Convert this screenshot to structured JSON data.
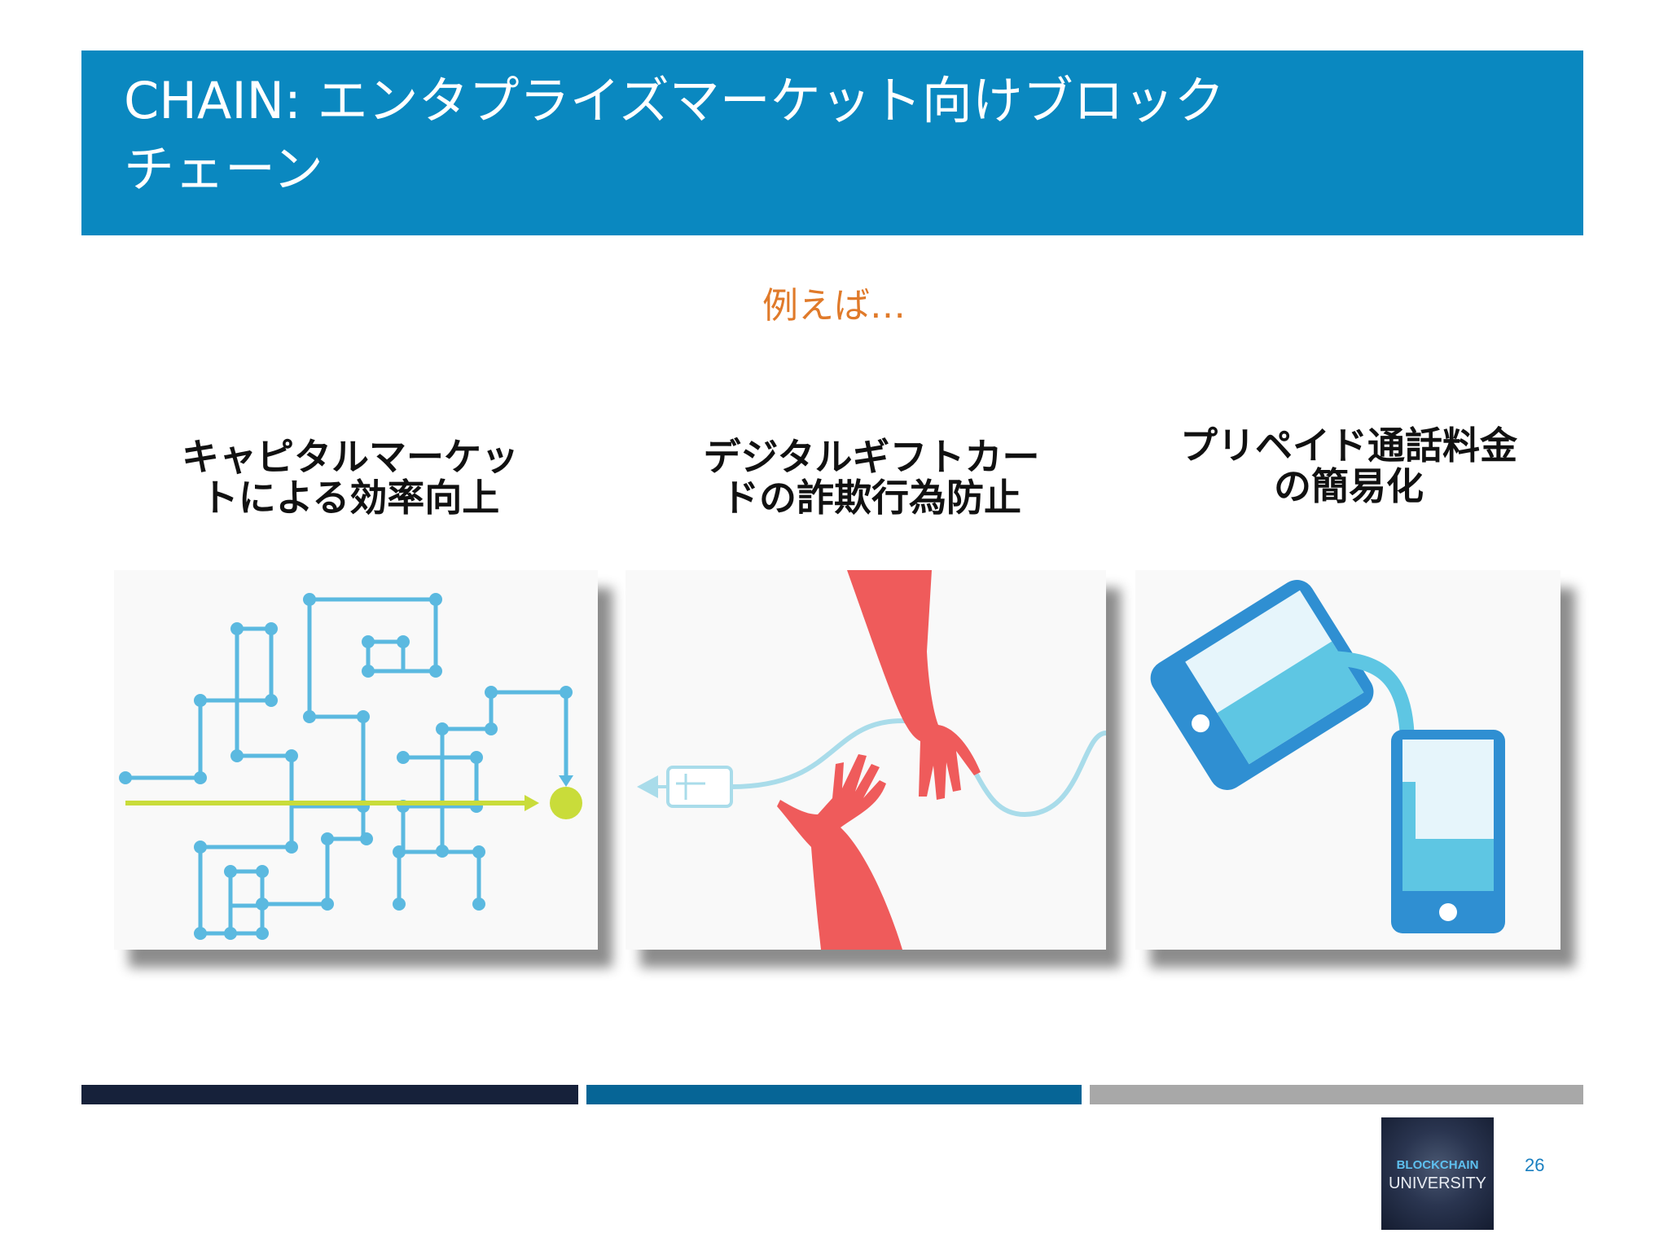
{
  "slide": {
    "title_lines": [
      "CHAIN:  エンタプライズマーケット向けブロック",
      "チェーン"
    ],
    "subtitle": "例えば…",
    "page_number": "26"
  },
  "use_cases": [
    {
      "caption_lines": [
        "キャピタルマーケッ",
        "トによる効率向上"
      ],
      "icon": "network-path-icon"
    },
    {
      "caption_lines": [
        "デジタルギフトカー",
        "ドの詐欺行為防止"
      ],
      "icon": "hands-gift-card-icon"
    },
    {
      "caption_lines": [
        "プリペイド通話料金",
        "の簡易化"
      ],
      "icon": "phone-transfer-icon"
    }
  ],
  "logo": {
    "line1": "BLOCKCHAIN",
    "line2": "UNIVERSITY"
  },
  "colors": {
    "title_bar": "#0a88c0",
    "subtitle": "#e07a2a",
    "bar_dark": "#16213a",
    "bar_blue": "#066596",
    "bar_gray": "#a8a8a8",
    "network_blue": "#5bb9e0",
    "network_accent": "#c9dc3a",
    "hands_red": "#ef5b5b",
    "phone_blue": "#2f8fd2"
  }
}
